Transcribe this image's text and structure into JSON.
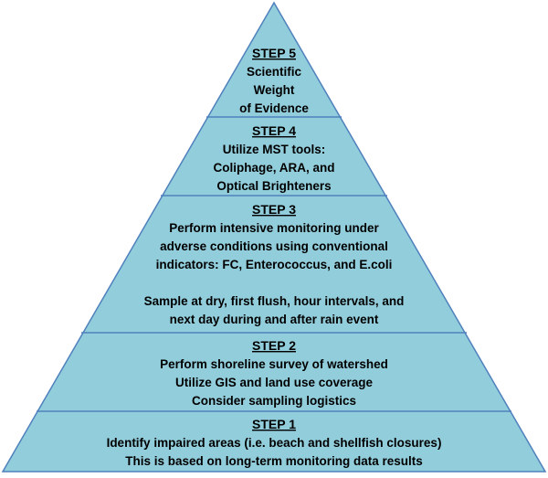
{
  "diagram": {
    "colors": {
      "fill": "#92CDDC",
      "stroke": "#4F81BD",
      "text": "#000000"
    },
    "steps": [
      {
        "title": "STEP 5",
        "lines": [
          "Scientific",
          "Weight",
          "of Evidence"
        ]
      },
      {
        "title": "STEP 4",
        "lines": [
          "Utilize MST tools:",
          "Coliphage, ARA, and",
          "Optical Brighteners"
        ]
      },
      {
        "title": "STEP 3",
        "lines": [
          "Perform intensive monitoring under",
          "adverse conditions using conventional",
          "indicators: FC, Enterococcus, and E.coli",
          "",
          "Sample at dry, first flush, hour intervals, and",
          "next day during and after rain event"
        ]
      },
      {
        "title": "STEP 2",
        "lines": [
          "Perform shoreline survey of watershed",
          "Utilize GIS and land use coverage",
          "Consider sampling logistics"
        ]
      },
      {
        "title": "STEP 1",
        "lines": [
          "Identify impaired areas (i.e. beach and shellfish closures)",
          "This is based on long-term monitoring data results"
        ]
      }
    ]
  }
}
